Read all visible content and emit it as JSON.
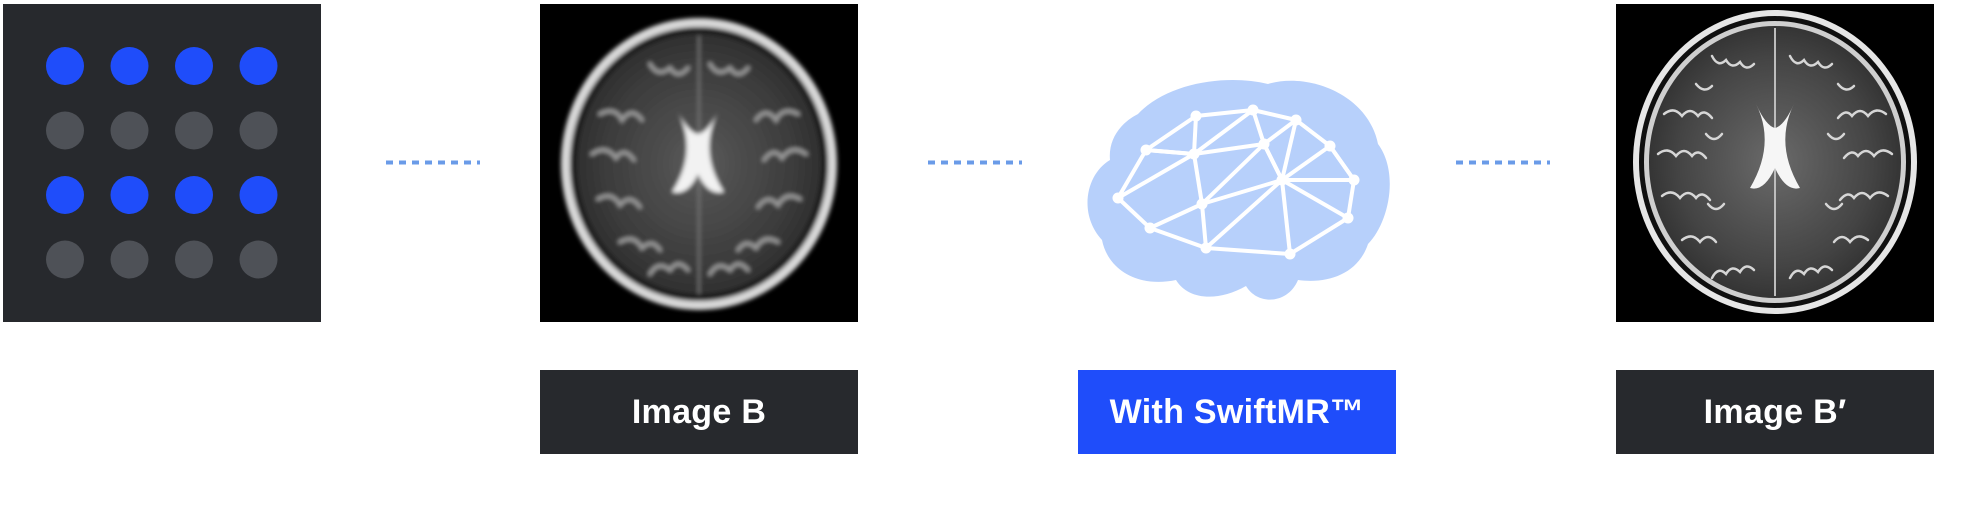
{
  "colors": {
    "dark_panel": "#27292d",
    "accent_blue": "#1f4dfa",
    "dot_gray": "#4e5157",
    "connector_blue": "#6a9be8",
    "brain_fill": "#b7d0fb"
  },
  "input_grid": {
    "rows": 4,
    "cols": 4,
    "row_states": [
      "active",
      "inactive",
      "active",
      "inactive"
    ]
  },
  "labels": {
    "image_b": "Image B",
    "swiftmr": "With SwiftMR™",
    "image_b_prime": "Image B′"
  },
  "icons": {
    "grid": "dot-grid-icon",
    "brain": "brain-network-icon",
    "mri_input": "brain-mri-scan-image",
    "mri_output": "brain-mri-enhanced-image"
  }
}
